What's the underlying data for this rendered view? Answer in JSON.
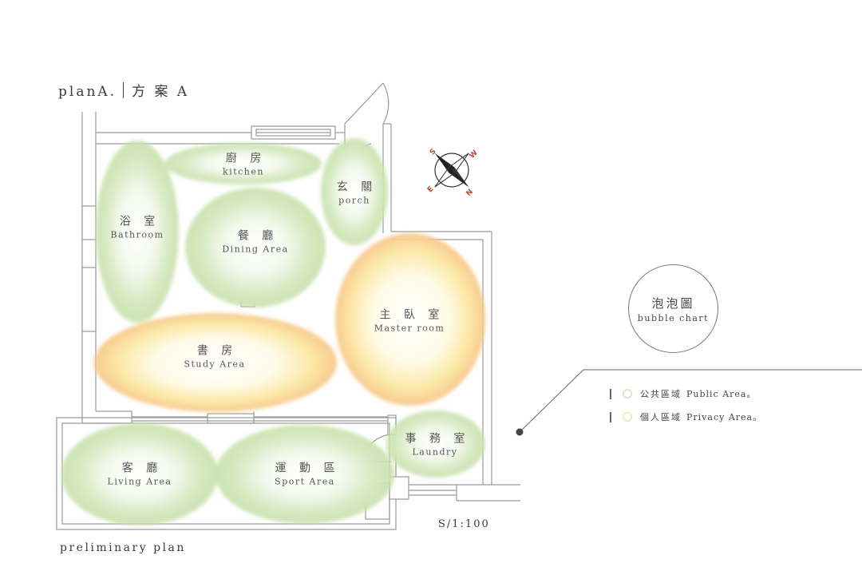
{
  "header": {
    "plan_title": "planA.",
    "plan_title_zh": "方 案 A"
  },
  "rooms": [
    {
      "zh": "廚 房",
      "en": "kitchen",
      "zone": "public"
    },
    {
      "zh": "玄 關",
      "en": "porch",
      "zone": "public"
    },
    {
      "zh": "浴 室",
      "en": "Bathroom",
      "zone": "public"
    },
    {
      "zh": "餐 廳",
      "en": "Dining Area",
      "zone": "public"
    },
    {
      "zh": "主 臥 室",
      "en": "Master room",
      "zone": "privacy"
    },
    {
      "zh": "書 房",
      "en": "Study Area",
      "zone": "privacy"
    },
    {
      "zh": "事 務 室",
      "en": "Laundry",
      "zone": "public"
    },
    {
      "zh": "客 廳",
      "en": "Living Area",
      "zone": "public"
    },
    {
      "zh": "運 動 區",
      "en": "Sport Area",
      "zone": "public"
    }
  ],
  "bubble_chart": {
    "zh": "泡泡圖",
    "en": "bubble chart"
  },
  "legend": [
    {
      "zh": "公共區域",
      "en": "Public Area。",
      "color": "#b9d99a"
    },
    {
      "zh": "個人區域",
      "en": "Privacy Area。",
      "color": "#f8d98a"
    }
  ],
  "compass": {
    "labels": [
      "S",
      "W",
      "E",
      "N"
    ]
  },
  "scale": "S/1:100",
  "footer": "preliminary plan",
  "colors": {
    "public_core": "#d5e8c0",
    "public_edge": "#a9d08a",
    "privacy_core": "#fdf6d5",
    "privacy_mid": "#fbe7a0",
    "privacy_edge": "#f6c079",
    "wall": "#9a9a9a"
  }
}
